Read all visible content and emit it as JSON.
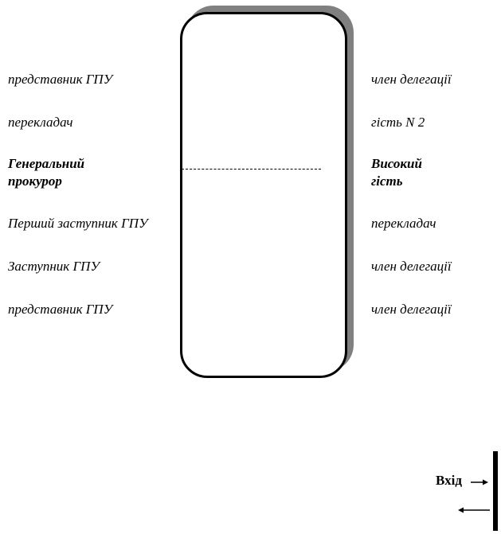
{
  "left_side": {
    "seat_1": "представник ГПУ",
    "seat_2": "перекладач",
    "seat_3_line1": "Генеральний",
    "seat_3_line2": "прокурор",
    "seat_4": "Перший заступник ГПУ",
    "seat_5": "Заступник ГПУ",
    "seat_6": "представник ГПУ"
  },
  "right_side": {
    "seat_1": "член делегації",
    "seat_2": "гість N 2",
    "seat_3_line1": "Високий",
    "seat_3_line2": "гість",
    "seat_4": "перекладач",
    "seat_5": "член делегації",
    "seat_6": "член делегації"
  },
  "entrance": {
    "label": "Вхід"
  }
}
